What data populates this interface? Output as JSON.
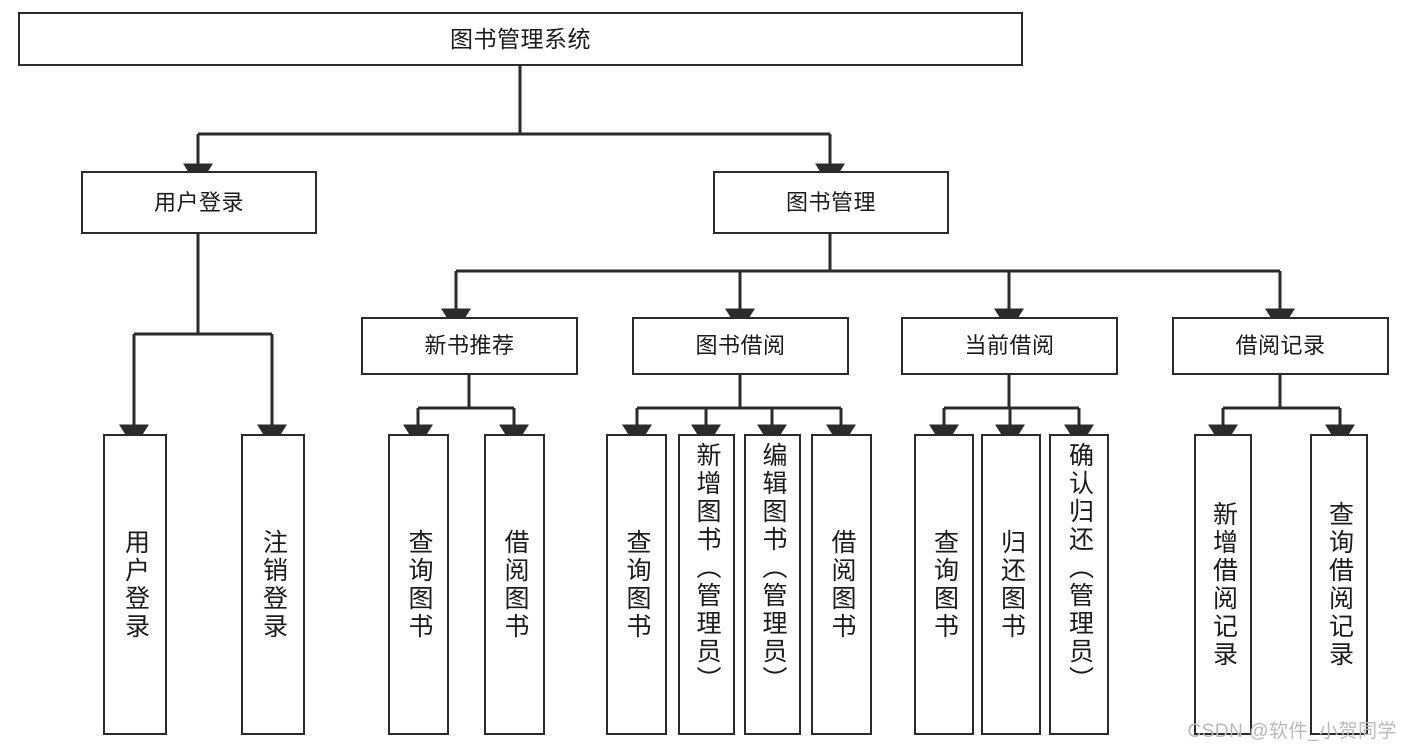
{
  "diagram": {
    "title": "图书管理系统",
    "type": "functional-structure-tree",
    "watermark": "CSDN @软件_小贺同学",
    "colors": {
      "box_border": "#2b2b2b",
      "box_fill": "#ffffff",
      "edge": "#2b2b2b",
      "text": "#1b1b1b",
      "watermark": "#b9b9b9",
      "background": "#ffffff"
    },
    "root": {
      "id": "root",
      "label": "图书管理系统"
    },
    "level1": [
      {
        "id": "user-login",
        "label": "用户登录"
      },
      {
        "id": "book-manage",
        "label": "图书管理"
      }
    ],
    "level2": [
      {
        "id": "new-book-rec",
        "label": "新书推荐",
        "parent": "book-manage"
      },
      {
        "id": "book-borrow",
        "label": "图书借阅",
        "parent": "book-manage"
      },
      {
        "id": "current-borrow",
        "label": "当前借阅",
        "parent": "book-manage"
      },
      {
        "id": "borrow-record",
        "label": "借阅记录",
        "parent": "book-manage"
      }
    ],
    "leaves": {
      "user-login": [
        {
          "id": "leaf-user-login",
          "label": "用户登录"
        },
        {
          "id": "leaf-logout",
          "label": "注销登录"
        }
      ],
      "new-book-rec": [
        {
          "id": "leaf-query-book-1",
          "label": "查询图书"
        },
        {
          "id": "leaf-borrow-book-1",
          "label": "借阅图书"
        }
      ],
      "book-borrow": [
        {
          "id": "leaf-query-book-2",
          "label": "查询图书"
        },
        {
          "id": "leaf-add-book",
          "label": "新增图书（管理员）"
        },
        {
          "id": "leaf-edit-book",
          "label": "编辑图书（管理员）"
        },
        {
          "id": "leaf-borrow-book-2",
          "label": "借阅图书"
        }
      ],
      "current-borrow": [
        {
          "id": "leaf-query-book-3",
          "label": "查询图书"
        },
        {
          "id": "leaf-return-book",
          "label": "归还图书"
        },
        {
          "id": "leaf-confirm-return",
          "label": "确认归还（管理员）"
        }
      ],
      "borrow-record": [
        {
          "id": "leaf-add-record",
          "label": "新增借阅记录"
        },
        {
          "id": "leaf-query-record",
          "label": "查询借阅记录"
        }
      ]
    }
  }
}
